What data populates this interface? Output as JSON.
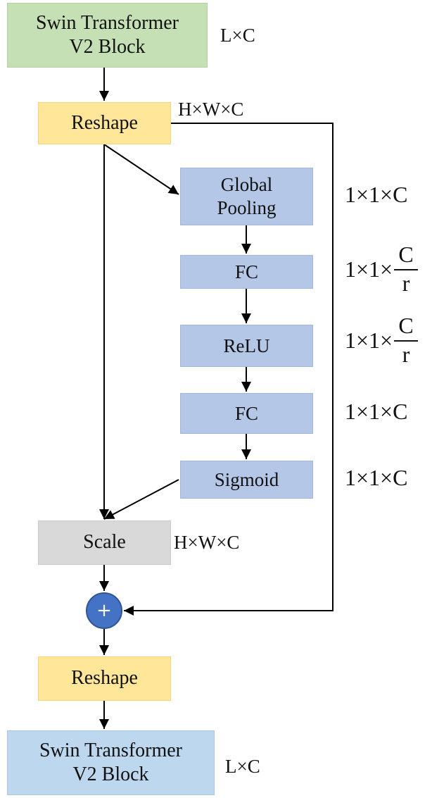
{
  "diagram": {
    "input_block": {
      "line1": "Swin Transformer",
      "line2": "V2 Block",
      "dim": "L×C"
    },
    "reshape_top": {
      "label": "Reshape",
      "dim": "H×W×C"
    },
    "global_pooling": {
      "line1": "Global",
      "line2": "Pooling",
      "dim": "1×1×C"
    },
    "fc_1": {
      "label": "FC",
      "dim_prefix": "1×1×",
      "dim_num": "C",
      "dim_den": "r"
    },
    "relu": {
      "label": "ReLU",
      "dim_prefix": "1×1×",
      "dim_num": "C",
      "dim_den": "r"
    },
    "fc_2": {
      "label": "FC",
      "dim": "1×1×C"
    },
    "sigmoid": {
      "label": "Sigmoid",
      "dim": "1×1×C"
    },
    "scale": {
      "label": "Scale",
      "dim": "H×W×C"
    },
    "add_node": {
      "symbol": "+",
      "icon": "plus-circle-icon"
    },
    "reshape_bottom": {
      "label": "Reshape"
    },
    "output_block": {
      "line1": "Swin Transformer",
      "line2": "V2 Block",
      "dim": "L×C"
    },
    "colors": {
      "input_block": "#c5e0b4",
      "reshape": "#ffe699",
      "se_layers": "#b4c7e7",
      "scale": "#d9d9d9",
      "output_block": "#bdd7ee",
      "add_node": "#4472c4"
    }
  }
}
